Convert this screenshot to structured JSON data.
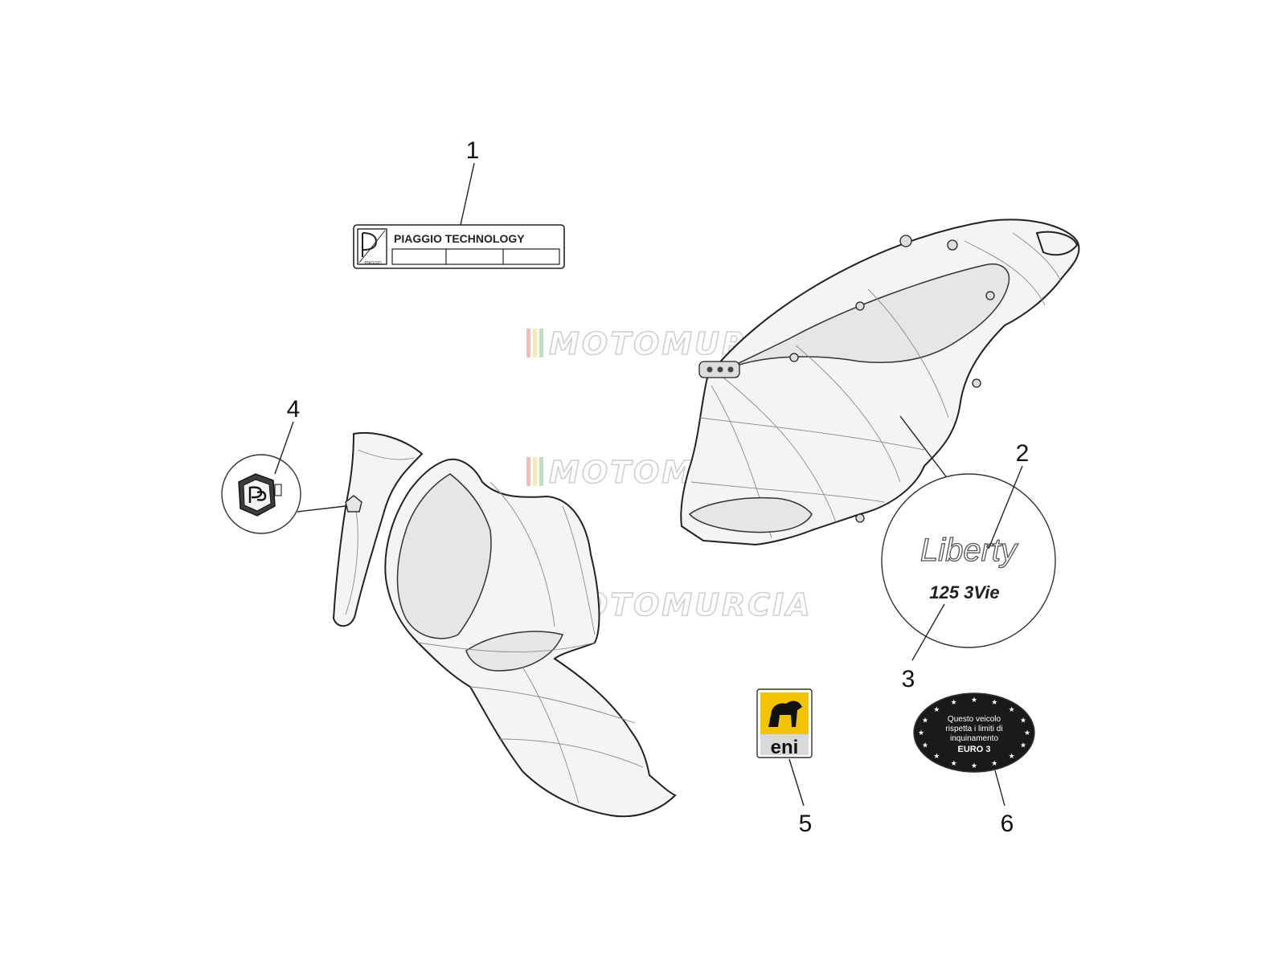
{
  "callouts": [
    "1",
    "2",
    "3",
    "4",
    "5",
    "6"
  ],
  "watermark": "MOTOMURCIA",
  "label_piaggio": {
    "text": "PIAGGIO TECHNOLOGY",
    "logo_caption": "PIAGGIO"
  },
  "emblem_liberty": "Liberty",
  "emblem_model": "125 3Vie",
  "badge_eni": "eni",
  "euro_badge": {
    "line1": "Questo veicolo",
    "line2": "rispetta i limiti di",
    "line3": "inquinamento",
    "line4": "EURO 3"
  },
  "colors": {
    "line": "#222222",
    "part_fill": "#f4f4f4",
    "eni_yellow": "#f2c400",
    "euro_black": "#1a1a1a",
    "watermark_stripes": [
      "#e23b2a",
      "#f4c20d",
      "#3aa655"
    ]
  }
}
